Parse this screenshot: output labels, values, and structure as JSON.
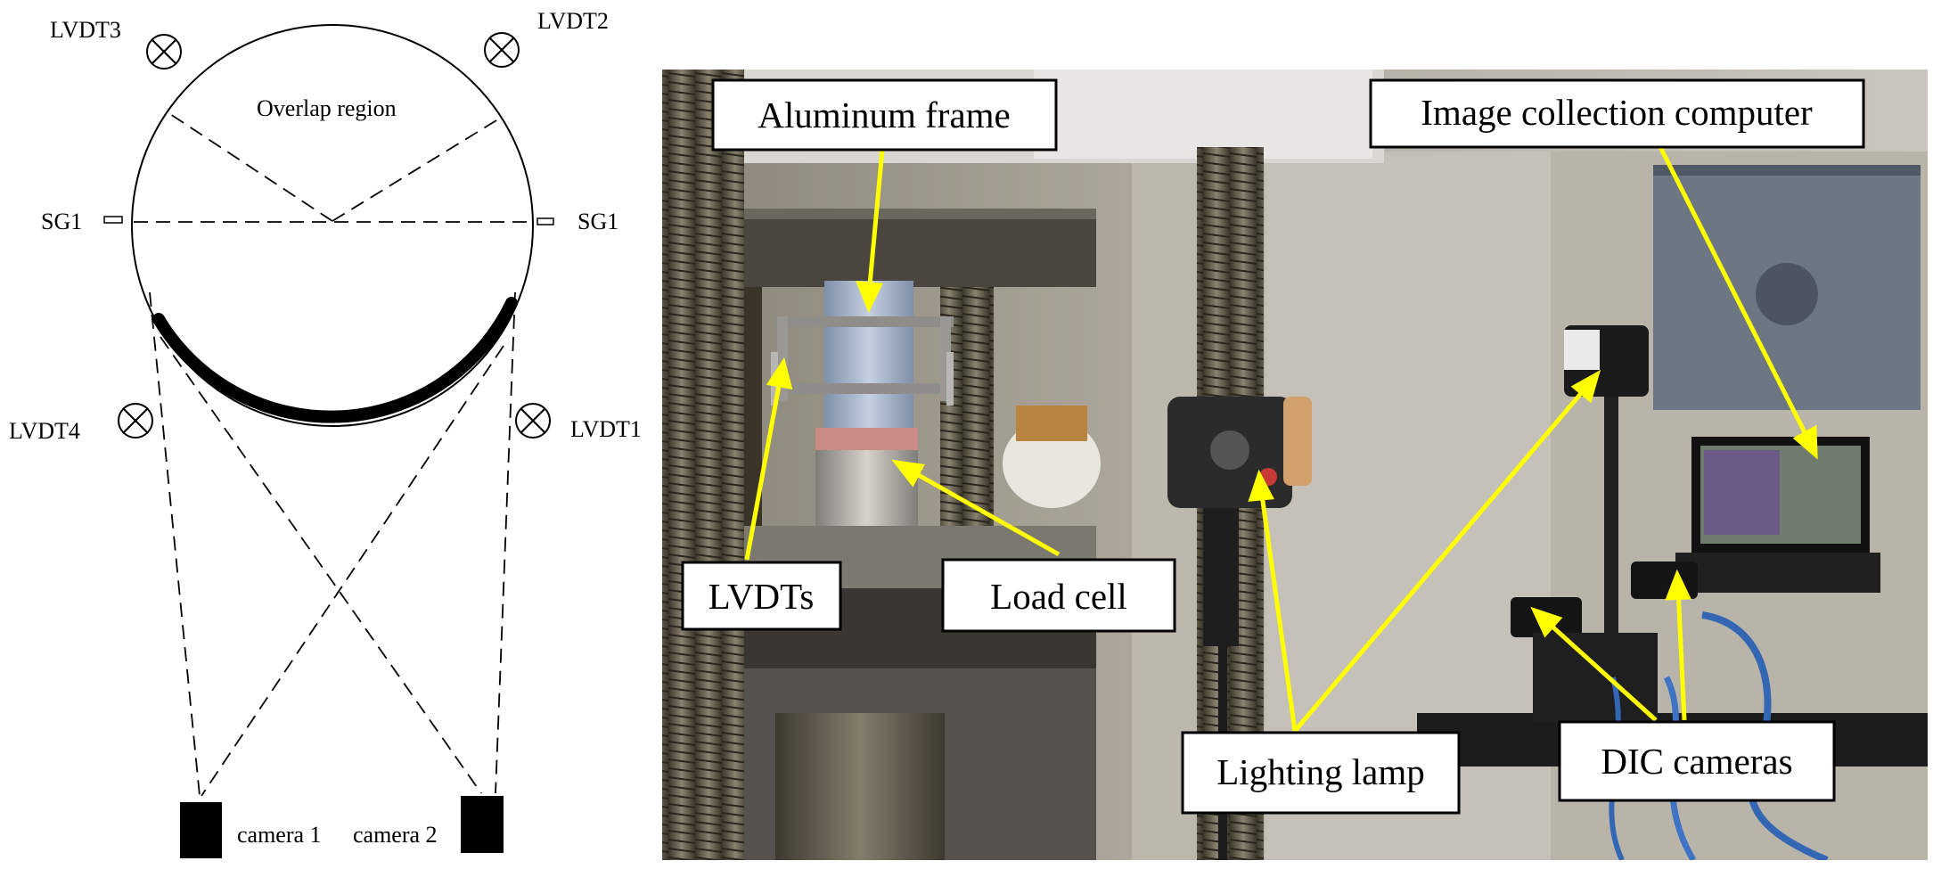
{
  "schematic": {
    "labels": {
      "lvdt1": "LVDT1",
      "lvdt2": "LVDT2",
      "lvdt3": "LVDT3",
      "lvdt4": "LVDT4",
      "sg_left": "SG1",
      "sg_right": "SG1",
      "overlap": "Overlap region",
      "camera1": "camera 1",
      "camera2": "camera 2"
    }
  },
  "photo": {
    "callouts": {
      "aluminum_frame": "Aluminum frame",
      "image_computer": "Image collection computer",
      "lvdts": "LVDTs",
      "load_cell": "Load cell",
      "lighting_lamp": "Lighting lamp",
      "dic_cameras": "DIC cameras"
    },
    "colors": {
      "arrow": "#ffff00",
      "callout_bg": "#ffffff",
      "callout_border": "#000000"
    }
  }
}
